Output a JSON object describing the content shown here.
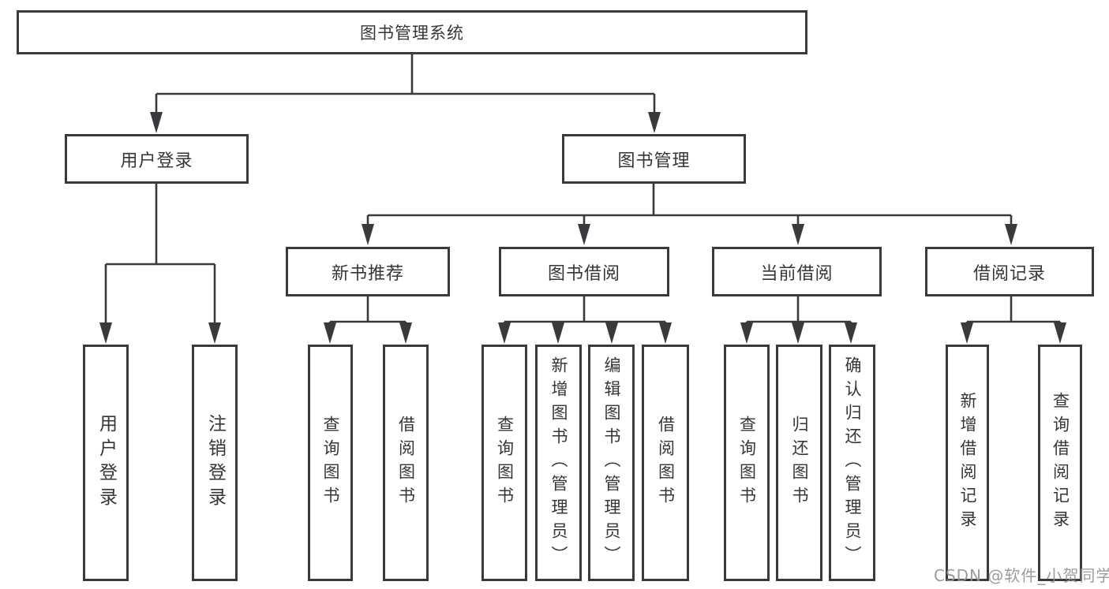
{
  "nodes": {
    "root": "图书管理系统",
    "user_login": "用户登录",
    "book_mgmt": "图书管理",
    "new_books": "新书推荐",
    "book_borrow": "图书借阅",
    "current_borrow": "当前借阅",
    "borrow_records": "借阅记录",
    "leaves": {
      "user": [
        "用户登录",
        "注销登录"
      ],
      "new_books": [
        "查询图书",
        "借阅图书"
      ],
      "borrow": [
        "查询图书",
        "新增图书（管理员）",
        "编辑图书（管理员）",
        "借阅图书"
      ],
      "current": [
        "查询图书",
        "归还图书",
        "确认归还（管理员）"
      ],
      "records": [
        "新增借阅记录",
        "查询借阅记录"
      ]
    }
  },
  "watermark": "CSDN @软件_小贺同学",
  "colors": {
    "line": "#3a3a3e",
    "text": "#35353a",
    "background": "#ffffff",
    "watermark": "#949496"
  }
}
